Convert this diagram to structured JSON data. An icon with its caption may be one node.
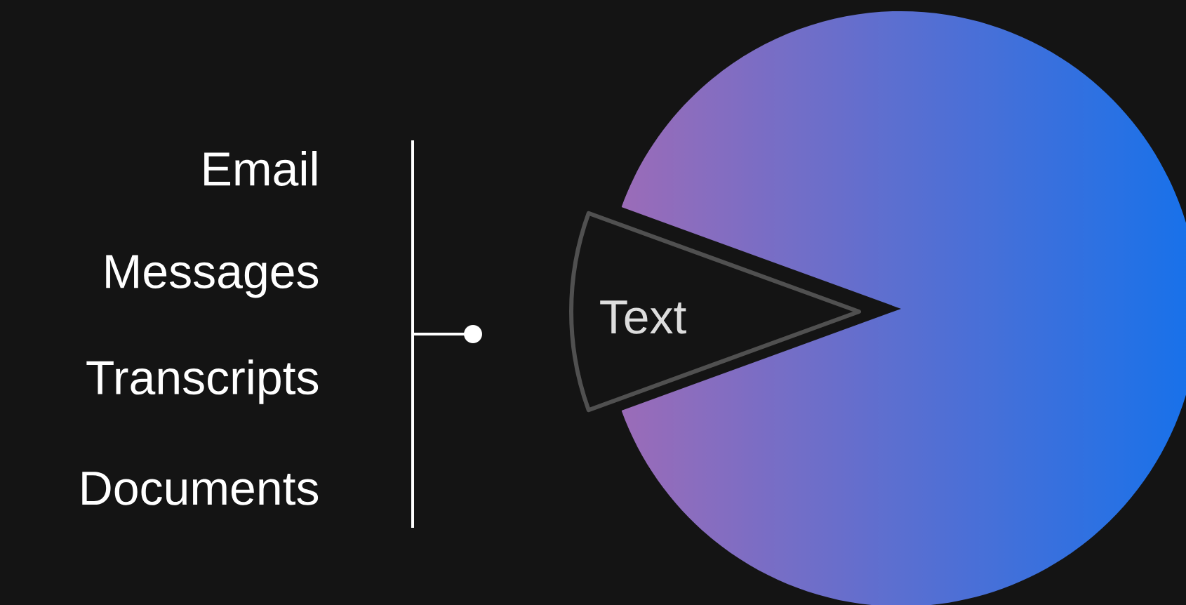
{
  "diagram": {
    "nodes": [
      {
        "text": [
          "Text"
        ]
      }
    ],
    "labels": [
      "Email",
      "Messages",
      "Transcripts",
      "Documents"
    ]
  }
}
